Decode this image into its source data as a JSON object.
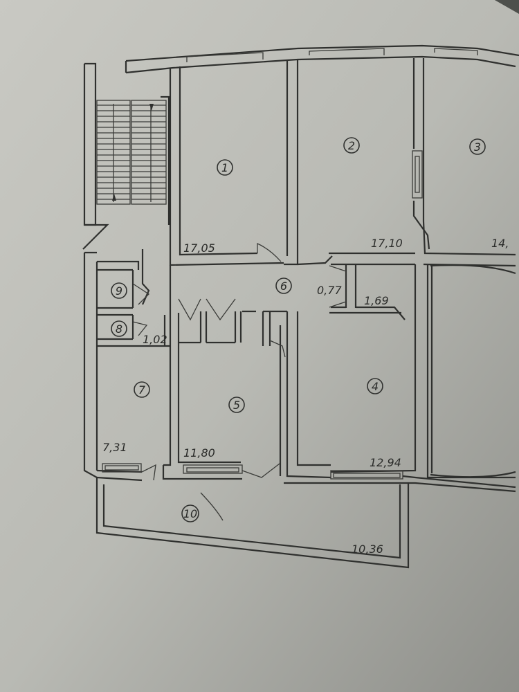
{
  "plan": {
    "rooms": [
      {
        "number": "1",
        "area": "17,05"
      },
      {
        "number": "2",
        "area": "17,10"
      },
      {
        "number": "3",
        "area": "14,"
      },
      {
        "number": "4",
        "area": "12,94"
      },
      {
        "number": "5",
        "area": "11,80"
      },
      {
        "number": "6",
        "area": ""
      },
      {
        "number": "7",
        "area": "7,31"
      },
      {
        "number": "8",
        "area": ""
      },
      {
        "number": "9",
        "area": ""
      },
      {
        "number": "10",
        "area": "10,36"
      }
    ],
    "extra_areas": [
      "0,77",
      "1,69",
      "1,02"
    ]
  }
}
